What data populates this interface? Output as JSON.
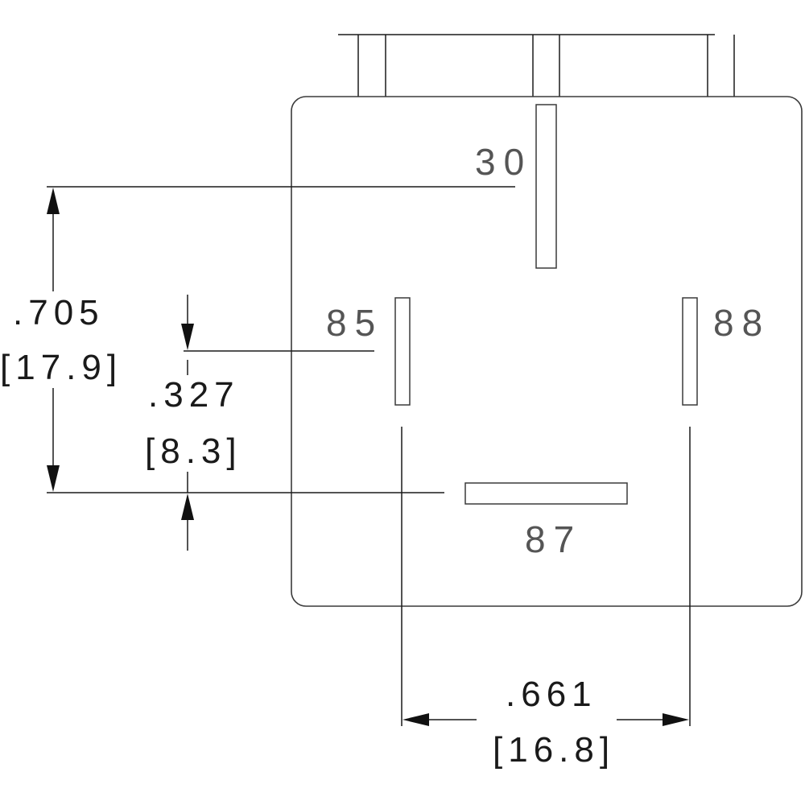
{
  "pins": {
    "p30": "30",
    "p85": "85",
    "p88": "88",
    "p87": "87"
  },
  "dimensions": {
    "height_total": {
      "inch": ".705",
      "mm": "[17.9]"
    },
    "height_85": {
      "inch": ".327",
      "mm": "[8.3]"
    },
    "width": {
      "inch": ".661",
      "mm": "[16.8]"
    }
  },
  "colors": {
    "line": "#1a1a1a",
    "pin_label": "#555555"
  }
}
